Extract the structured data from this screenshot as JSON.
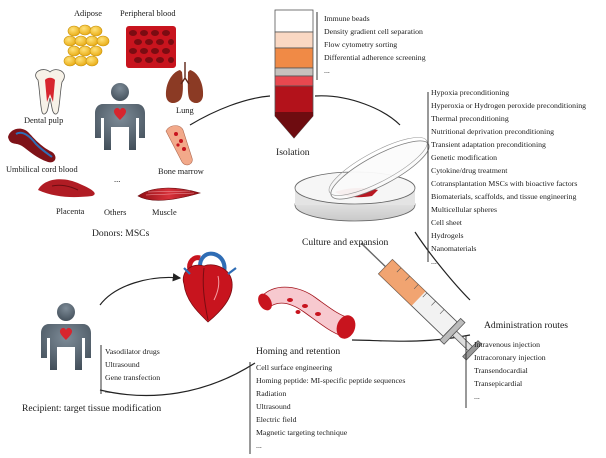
{
  "donors": {
    "title": "Donors: MSCs",
    "sources": [
      {
        "key": "adipose",
        "label": "Adipose"
      },
      {
        "key": "peripheral_blood",
        "label": "Peripheral blood"
      },
      {
        "key": "dental_pulp",
        "label": "Dental pulp"
      },
      {
        "key": "lung",
        "label": "Lung"
      },
      {
        "key": "umbilical_cord_blood",
        "label": "Umbilical cord blood"
      },
      {
        "key": "bone_marrow",
        "label": "Bone marrow"
      },
      {
        "key": "placenta",
        "label": "Placenta"
      },
      {
        "key": "others",
        "label": "Others"
      },
      {
        "key": "muscle",
        "label": "Muscle"
      }
    ],
    "ellipsis": "..."
  },
  "isolation": {
    "title": "Isolation",
    "methods": [
      "Immune beads",
      "Density gradient cell separation",
      "Flow cytometry sorting",
      "Differential adherence screening",
      "..."
    ]
  },
  "culture": {
    "title": "Culture and expansion",
    "methods": [
      "Hypoxia preconditioning",
      "Hyperoxia or Hydrogen peroxide preconditioning",
      "Thermal preconditioning",
      "Nutritional deprivation preconditioning",
      "Transient adaptation preconditioning",
      "Genetic modification",
      "Cytokine/drug treatment",
      "Cotransplantation MSCs with bioactive factors",
      "Biomaterials, scaffolds, and tissue engineering",
      "Multicellular spheres",
      "Cell sheet",
      "Hydrogels",
      "Nanomaterials",
      "..."
    ]
  },
  "administration": {
    "title": "Administration routes",
    "routes": [
      "Intravenous injection",
      "Intracoronary injection",
      "Transendocardial",
      "Transepicardial",
      "..."
    ]
  },
  "homing": {
    "title": "Homing and retention",
    "methods": [
      "Cell surface engineering",
      "Homing peptide: MI-specific peptide sequences",
      "Radiation",
      "Ultrasound",
      "Electric field",
      "Magnetic targeting technique",
      "..."
    ]
  },
  "recipient": {
    "title": "Recipient: target tissue modification",
    "methods": [
      "Vasodilator drugs",
      "Ultrasound",
      "Gene transfection",
      "..."
    ]
  },
  "colors": {
    "fat": "#f2c21b",
    "blood_red": "#c8141e",
    "dark_red": "#7a0c12",
    "body_gray": "#4f5d69",
    "orange": "#f08a46",
    "vessel_blue": "#2f6db5"
  }
}
